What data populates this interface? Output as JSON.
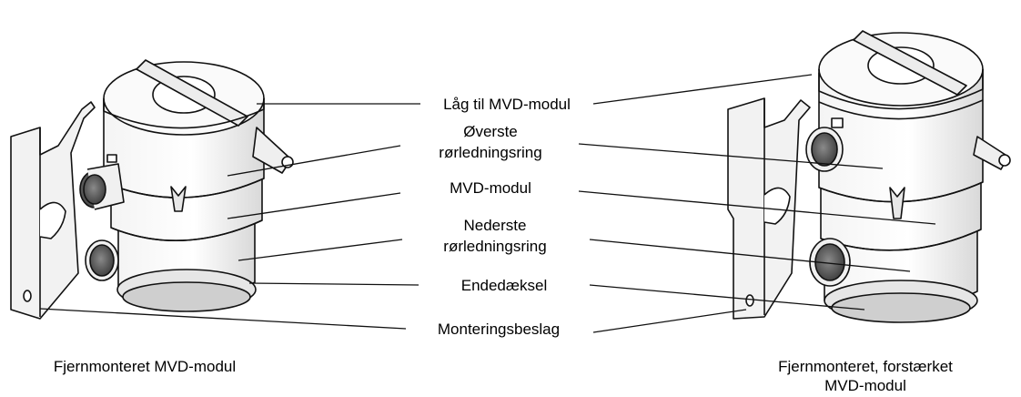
{
  "labels": {
    "lid": "Låg til MVD-modul",
    "upper_ring_1": "Øverste",
    "upper_ring_2": "rørledningsring",
    "module": "MVD-modul",
    "lower_ring_1": "Nederste",
    "lower_ring_2": "rørledningsring",
    "end_cap": "Endedæksel",
    "bracket": "Monteringsbeslag"
  },
  "captions": {
    "left": "Fjernmonteret MVD-modul",
    "right_1": "Fjernmonteret, forstærket",
    "right_2": "MVD-modul"
  }
}
